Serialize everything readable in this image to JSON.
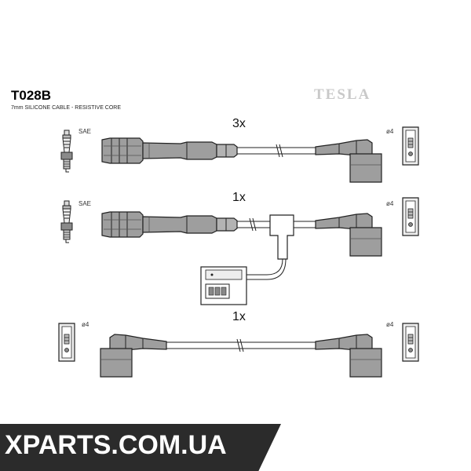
{
  "header": {
    "part_code": "T028B",
    "description": "7mm SILICONE CABLE - RESISTIVE CORE",
    "brand": "TESLA"
  },
  "rows": [
    {
      "quantity": "3x",
      "left_label": "SAE",
      "right_label": "ø4"
    },
    {
      "quantity": "1x",
      "left_label": "SAE",
      "right_label": "ø4"
    },
    {
      "quantity": "1x",
      "left_label": "ø4",
      "right_label": "ø4"
    }
  ],
  "watermark": {
    "text": "XPARTS.COM.UA"
  },
  "colors": {
    "part_fill": "#9e9e9e",
    "part_stroke": "#222222",
    "banner": "#2b2b2b"
  }
}
